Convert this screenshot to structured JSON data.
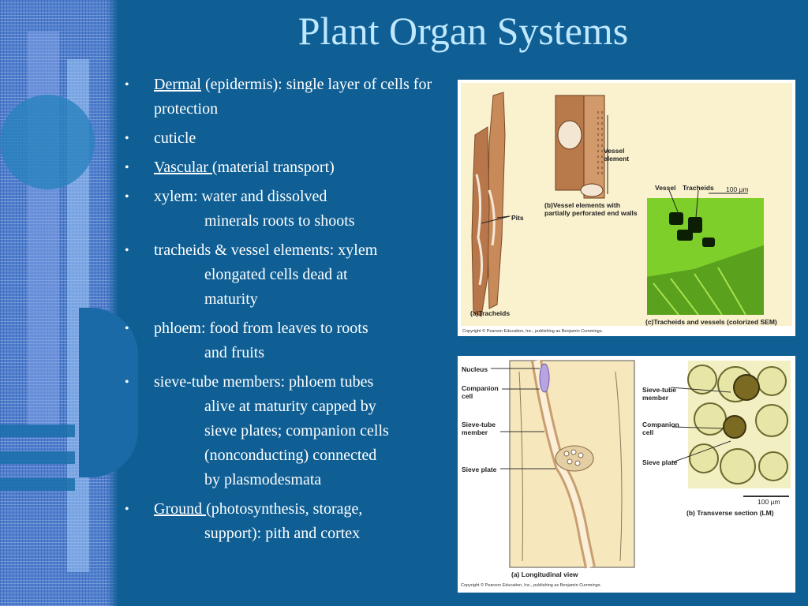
{
  "slide": {
    "title": "Plant Organ Systems",
    "bullets": [
      {
        "term": "Dermal",
        "rest": " (epidermis): single layer of cells for protection"
      },
      {
        "line1": "cuticle"
      },
      {
        "term": "Vascular ",
        "rest": "(material transport)"
      },
      {
        "line1": "xylem: water and dissolved",
        "line2": "minerals roots to shoots"
      },
      {
        "line1": "tracheids & vessel elements: xylem",
        "line2": "elongated cells dead at",
        "line3": "maturity"
      },
      {
        "line1": "phloem: food from leaves to roots",
        "line2": "and fruits"
      },
      {
        "line1": "sieve-tube members: phloem tubes",
        "line2": "alive at maturity capped by",
        "line3": "sieve plates; companion cells",
        "line4": "(nonconducting) connected",
        "line5": "by plasmodesmata"
      },
      {
        "term": "Ground ",
        "rest": "(photosynthesis, storage,",
        "line2": "support): pith and cortex"
      }
    ]
  },
  "figure_top": {
    "vessel_element": "Vessel element",
    "vessel_elements_caption": "(b)Vessel elements with partially perforated end walls",
    "pits": "Pits",
    "tracheids_caption": "(a)Tracheids",
    "vessel": "Vessel",
    "tracheids": "Tracheids",
    "scale": "100 µm",
    "sem_caption": "(c)Tracheids and vessels (colorized SEM)",
    "copyright": "Copyright © Pearson Education, Inc., publishing as Benjamin Cummings."
  },
  "figure_bottom": {
    "nucleus": "Nucleus",
    "companion_cell": "Companion cell",
    "sieve_tube_member": "Sieve-tube member",
    "sieve_plate": "Sieve plate",
    "longitudinal_caption": "(a) Longitudinal view",
    "r_sieve_tube_member": "Sieve-tube member",
    "r_companion_cell": "Companion cell",
    "r_sieve_plate": "Sieve plate",
    "scale": "100 µm",
    "transverse_caption": "(b) Transverse section (LM)",
    "copyright": "Copyright © Pearson Education, Inc., publishing as Benjamin Cummings."
  },
  "colors": {
    "background": "#0f5f95",
    "title": "#bfe8ff",
    "text": "#ffffff"
  }
}
